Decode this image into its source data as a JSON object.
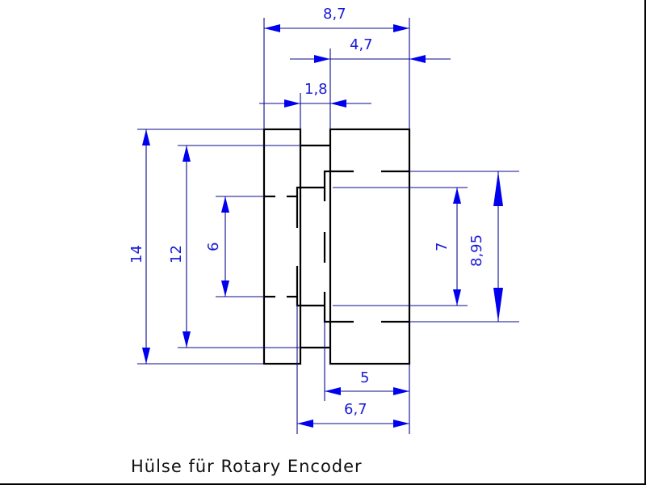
{
  "drawing": {
    "title": "Hülse für Rotary Encoder",
    "colors": {
      "object_lines": "#000000",
      "dimension_lines": "#0a0a8c",
      "arrows": "#0000ee",
      "dimension_text": "#1a1ad6",
      "background": "#ffffff"
    },
    "dimensions": {
      "overall_width": "8,7",
      "right_offset": "4,7",
      "gap": "1,8",
      "overall_height": "14",
      "inner_height": "12",
      "bore_left": "6",
      "bore_right": "7",
      "flange_right": "8,95",
      "right_width": "5",
      "right_total": "6,7"
    }
  }
}
